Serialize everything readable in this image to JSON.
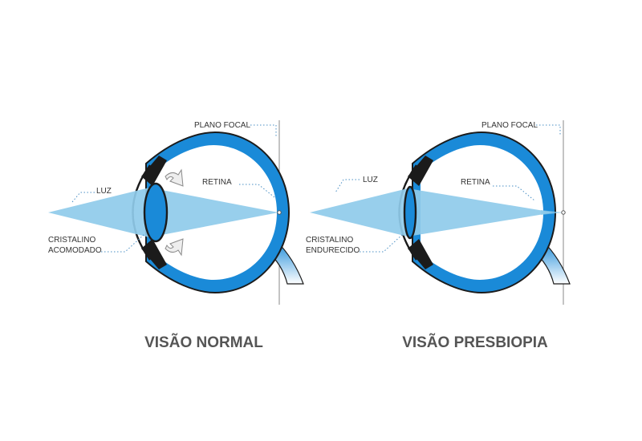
{
  "colors": {
    "eye_blue": "#1a8ad8",
    "eye_outline": "#1b1b1b",
    "light_beam": "#8fcbea",
    "leader": "#4a8fc4",
    "arrow_fill": "#eeeeee",
    "caption": "#555555",
    "label": "#333333"
  },
  "panels": {
    "normal": {
      "caption": "VISÃO NORMAL",
      "plane_label": "PLANO FOCAL",
      "retina_label": "RETINA",
      "light_label": "LUZ",
      "lens_label_line1": "CRISTALINO",
      "lens_label_line2": "ACOMODADO",
      "arrows_icon": "accommodation-arrows-icon"
    },
    "presbyopia": {
      "caption": "VISÃO PRESBIOPIA",
      "plane_label": "PLANO FOCAL",
      "retina_label": "RETINA",
      "light_label": "LUZ",
      "lens_label_line1": "CRISTALINO",
      "lens_label_line2": "ENDURECIDO"
    }
  }
}
